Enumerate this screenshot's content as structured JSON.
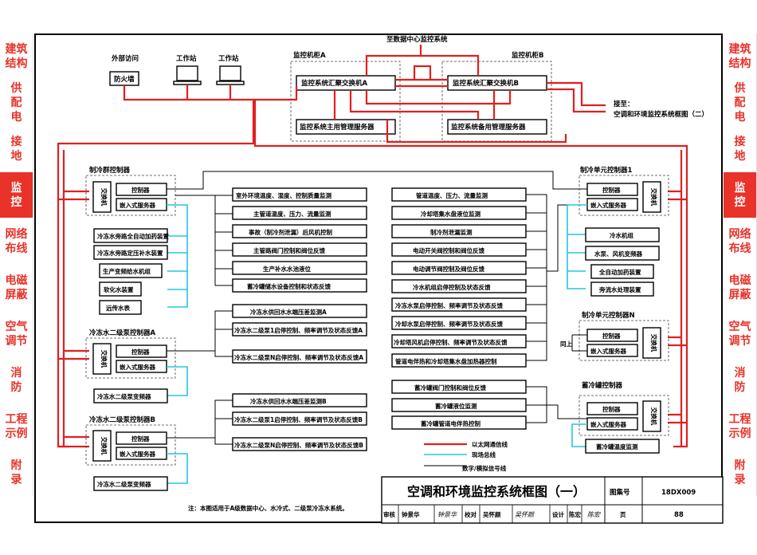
{
  "left_tabs": [
    "建筑\n结构",
    "供\n配\n电",
    "接\n地",
    "监\n控",
    "网络\n布线",
    "电磁\n屏蔽",
    "空气\n调节",
    "消\n防",
    "工程\n示例",
    "附\n录"
  ],
  "right_tabs": [
    "建筑\n结构",
    "供\n配\n电",
    "接\n地",
    "监\n控",
    "网络\n布线",
    "电磁\n屏蔽",
    "空气\n调节",
    "消\n防",
    "工程\n示例",
    "附\n录"
  ],
  "active_tab": "监\n控",
  "colors": {
    "accent": "#e8322a",
    "ethernet": "#e02020",
    "fieldbus": "#25c6e0"
  },
  "top": {
    "data_center": "至数据中心监控系统",
    "external": "外部访问",
    "firewall": "防火墙",
    "workstation1": "工作站",
    "workstation2": "工作站",
    "cabinet_a": "监控机柜A",
    "cabinet_b": "监控机柜B",
    "switch_a": "监控系统汇聚交换机A",
    "switch_b": "监控系统汇聚交换机B",
    "server_main": "监控系统主用管理服务器",
    "server_backup": "监控系统备用管理服务器",
    "connect_to_1": "接至：",
    "connect_to_2": "空调和环境监控系统框图（二）"
  },
  "controllers": {
    "chiller_plant": "制冷群控制器",
    "chw_pump_a": "冷冻水二级泵控制器A",
    "chw_pump_b": "冷冻水二级泵控制器B",
    "unit_1": "制冷单元控制器1",
    "unit_n": "制冷单元控制器N",
    "storage": "蓄冷罐控制器",
    "switch": "交换机",
    "controller": "控制器",
    "embedded_server": "嵌入式服务器",
    "same_above": "同上"
  },
  "left_devices": [
    "冷冻水旁路全自动加药装置",
    "冷冻水旁路定压补水装置",
    "生产变频给水机组",
    "软化水装置",
    "远传水表"
  ],
  "pump_inverter": "冷冻水二级泵变频器",
  "right_devices": [
    "冷水机组",
    "水泵、风机变频器",
    "全自动加药装置",
    "旁流水处理装置"
  ],
  "storage_temp": "蓄冷罐温度监测",
  "middle_left_group1": [
    "室外环境温度、湿度、控制质量监测",
    "主管道温度、压力、流量监测",
    "事故（制冷剂泄漏）后风机控制",
    "主管路阀门控制和阀位反馈",
    "生产补水水池液位",
    "蓄冷罐储水设备控制和状态反馈"
  ],
  "middle_left_group2": [
    "冷冻水供回水水端压差监测A",
    "冷冻水二级泵1启停控制、频率调节及状态反馈A",
    "冷冻水二级泵N启停控制、频率调节及状态反馈A"
  ],
  "middle_left_group3": [
    "冷冻水供回水水端压差监测B",
    "冷冻水二级泵1启停控制、频率调节及状态反馈B",
    "冷冻水二级泵N启停控制、频率调节及状态反馈B"
  ],
  "middle_right_group1": [
    "管道温度、压力、流量监测",
    "冷却塔集水盘液位监测",
    "制冷剂泄漏监测",
    "电动开关阀控制和阀位反馈",
    "电动调节阀控制及阀位反馈",
    "冷水机组启停控制及状态反馈",
    "冷冻水泵启停控制、频率调节及状态反馈",
    "冷却水泵启停控制、频率调节及状态反馈",
    "冷却塔风机启停控制、频率调节及状态反馈",
    "管道电伴热和冷却塔集水盘加热器控制"
  ],
  "middle_right_group2": [
    "蓄冷罐阀门控制和阀位反馈",
    "蓄冷罐液位监测",
    "蓄冷罐管道电伴热控制"
  ],
  "legend": [
    "以太网通信线",
    "现场总线",
    "数字/模拟信号线"
  ],
  "note": "注：本图适用于A级数据中心、水冷式、二级泵冷冻水系统。",
  "title_block": {
    "title": "空调和环境监控系统框图（一）",
    "atlas_label": "图集号",
    "atlas_no": "18DX009",
    "review_label": "审核",
    "reviewer": "钟景华",
    "reviewer_sig": "钟景华",
    "check_label": "校对",
    "checker": "吴怀颜",
    "checker_sig": "吴怀颜",
    "design_label": "设计",
    "designer": "陈宏",
    "designer_sig": "陈宏",
    "page_label": "页",
    "page_no": "88"
  }
}
